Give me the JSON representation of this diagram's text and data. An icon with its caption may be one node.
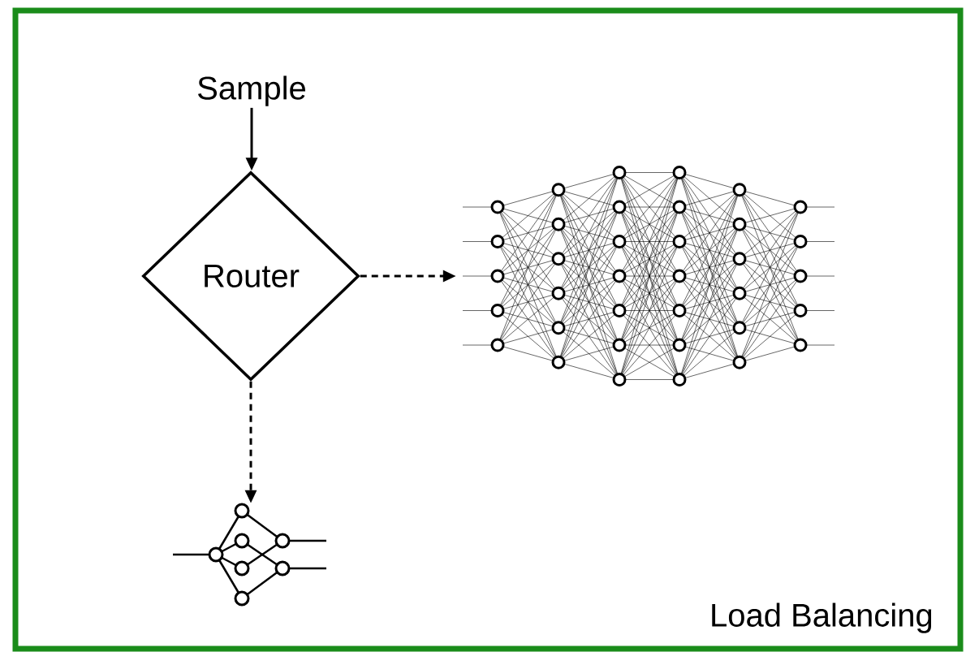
{
  "diagram": {
    "nodes": [
      {
        "text": [
          "Sample"
        ]
      },
      {
        "text": [
          "Router"
        ]
      },
      {
        "text": [],
        "shape": "picture"
      },
      {
        "text": [],
        "shape": "picture"
      }
    ],
    "edges": [
      {
        "from": 0,
        "to": 1,
        "arrow": "to"
      },
      {
        "from": 1,
        "to": 2,
        "arrow": "to",
        "style": "dashed"
      },
      {
        "from": 1,
        "to": 3,
        "arrow": "to",
        "style": "dashed"
      }
    ],
    "labels": [
      "Load Balancing"
    ]
  }
}
